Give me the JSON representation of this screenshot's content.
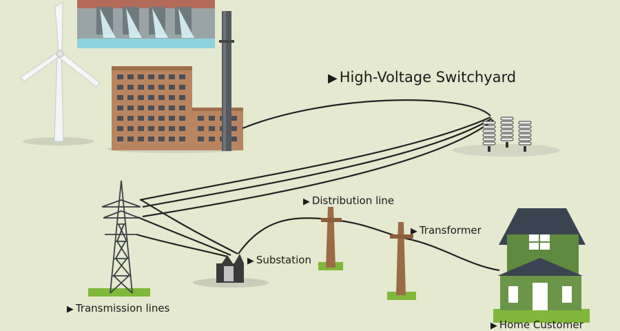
{
  "labels": {
    "switchyard": "High-Voltage Switchyard",
    "distribution_line": "Distribution line",
    "transformer": "Transformer",
    "substation": "Substation",
    "transmission_lines": "Transmission lines",
    "home_customer": "Home Customer"
  },
  "arrow_glyph": "▶",
  "colors": {
    "background": "#e4e9cf",
    "wire": "#222222",
    "brick": "#b98560",
    "house_siding": "#5f8a3f",
    "roof": "#3a4450",
    "pole_wood": "#9a6b45",
    "grass": "#7fb83a",
    "water": "#8fd3e0"
  }
}
